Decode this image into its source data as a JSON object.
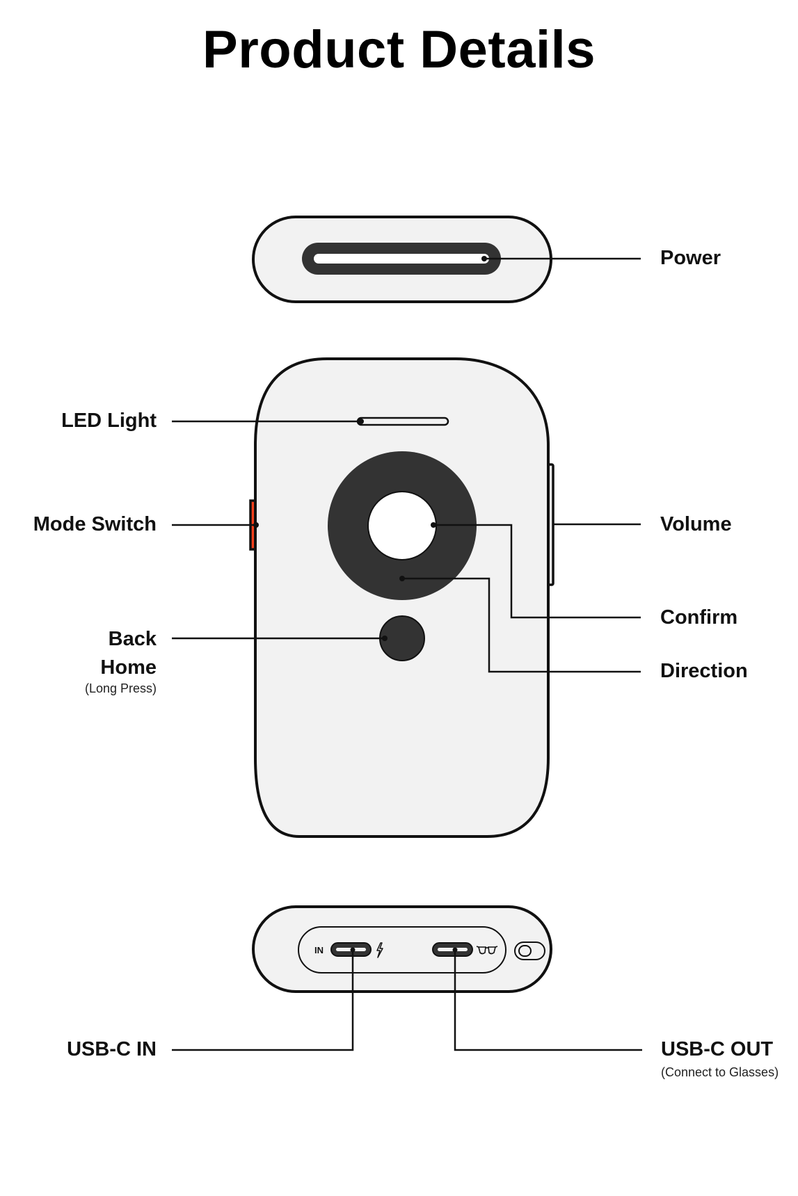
{
  "title": "Product Details",
  "labels": {
    "power": "Power",
    "led_light": "LED Light",
    "mode_switch": "Mode Switch",
    "volume": "Volume",
    "confirm": "Confirm",
    "direction": "Direction",
    "back": "Back",
    "home": "Home",
    "home_note": "(Long Press)",
    "usb_in": "USB-C IN",
    "usb_out": "USB-C OUT",
    "usb_out_note": "(Connect to Glasses)",
    "port_in": "IN"
  },
  "colors": {
    "outline": "#111111",
    "body_fill": "#f2f2f2",
    "dark": "#333333",
    "accent": "#f5401c"
  }
}
